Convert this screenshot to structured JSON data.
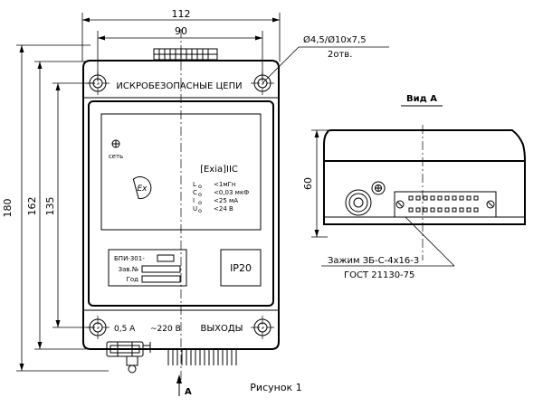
{
  "dimensions": {
    "width_overall": "112",
    "width_holes": "90",
    "height_overall": "180",
    "height_inner": "162",
    "height_holes": "135",
    "depth": "60"
  },
  "callouts": {
    "hole_spec": "Ø4,5/Ø10х7,5",
    "hole_count": "2отв.",
    "terminal": "Зажим ЗБ-С-4х16-3",
    "standard": "ГОСТ 21130-75"
  },
  "labels": {
    "top_strip": "ИСКРОБЕЗОПАСНЫЕ ЦЕПИ",
    "power_indicator": "сеть",
    "exia": "[Exia]IIC",
    "params": [
      {
        "sym": "L",
        "sub": "o",
        "val": "<1мГн"
      },
      {
        "sym": "C",
        "sub": "o",
        "val": "<0,03 мкФ"
      },
      {
        "sym": "I",
        "sub": "o",
        "val": "<25 мА"
      },
      {
        "sym": "U",
        "sub": "o",
        "val": "<24 В"
      }
    ],
    "plate": [
      "БПИ-301-",
      "Зав.№",
      "Год"
    ],
    "ip": "IP20",
    "fuse": "0,5 А",
    "mains": "~220 В",
    "outputs": "ВЫХОДЫ",
    "view_title": "Вид А",
    "arrow_letter": "А",
    "figure_caption": "Рисунок 1"
  }
}
